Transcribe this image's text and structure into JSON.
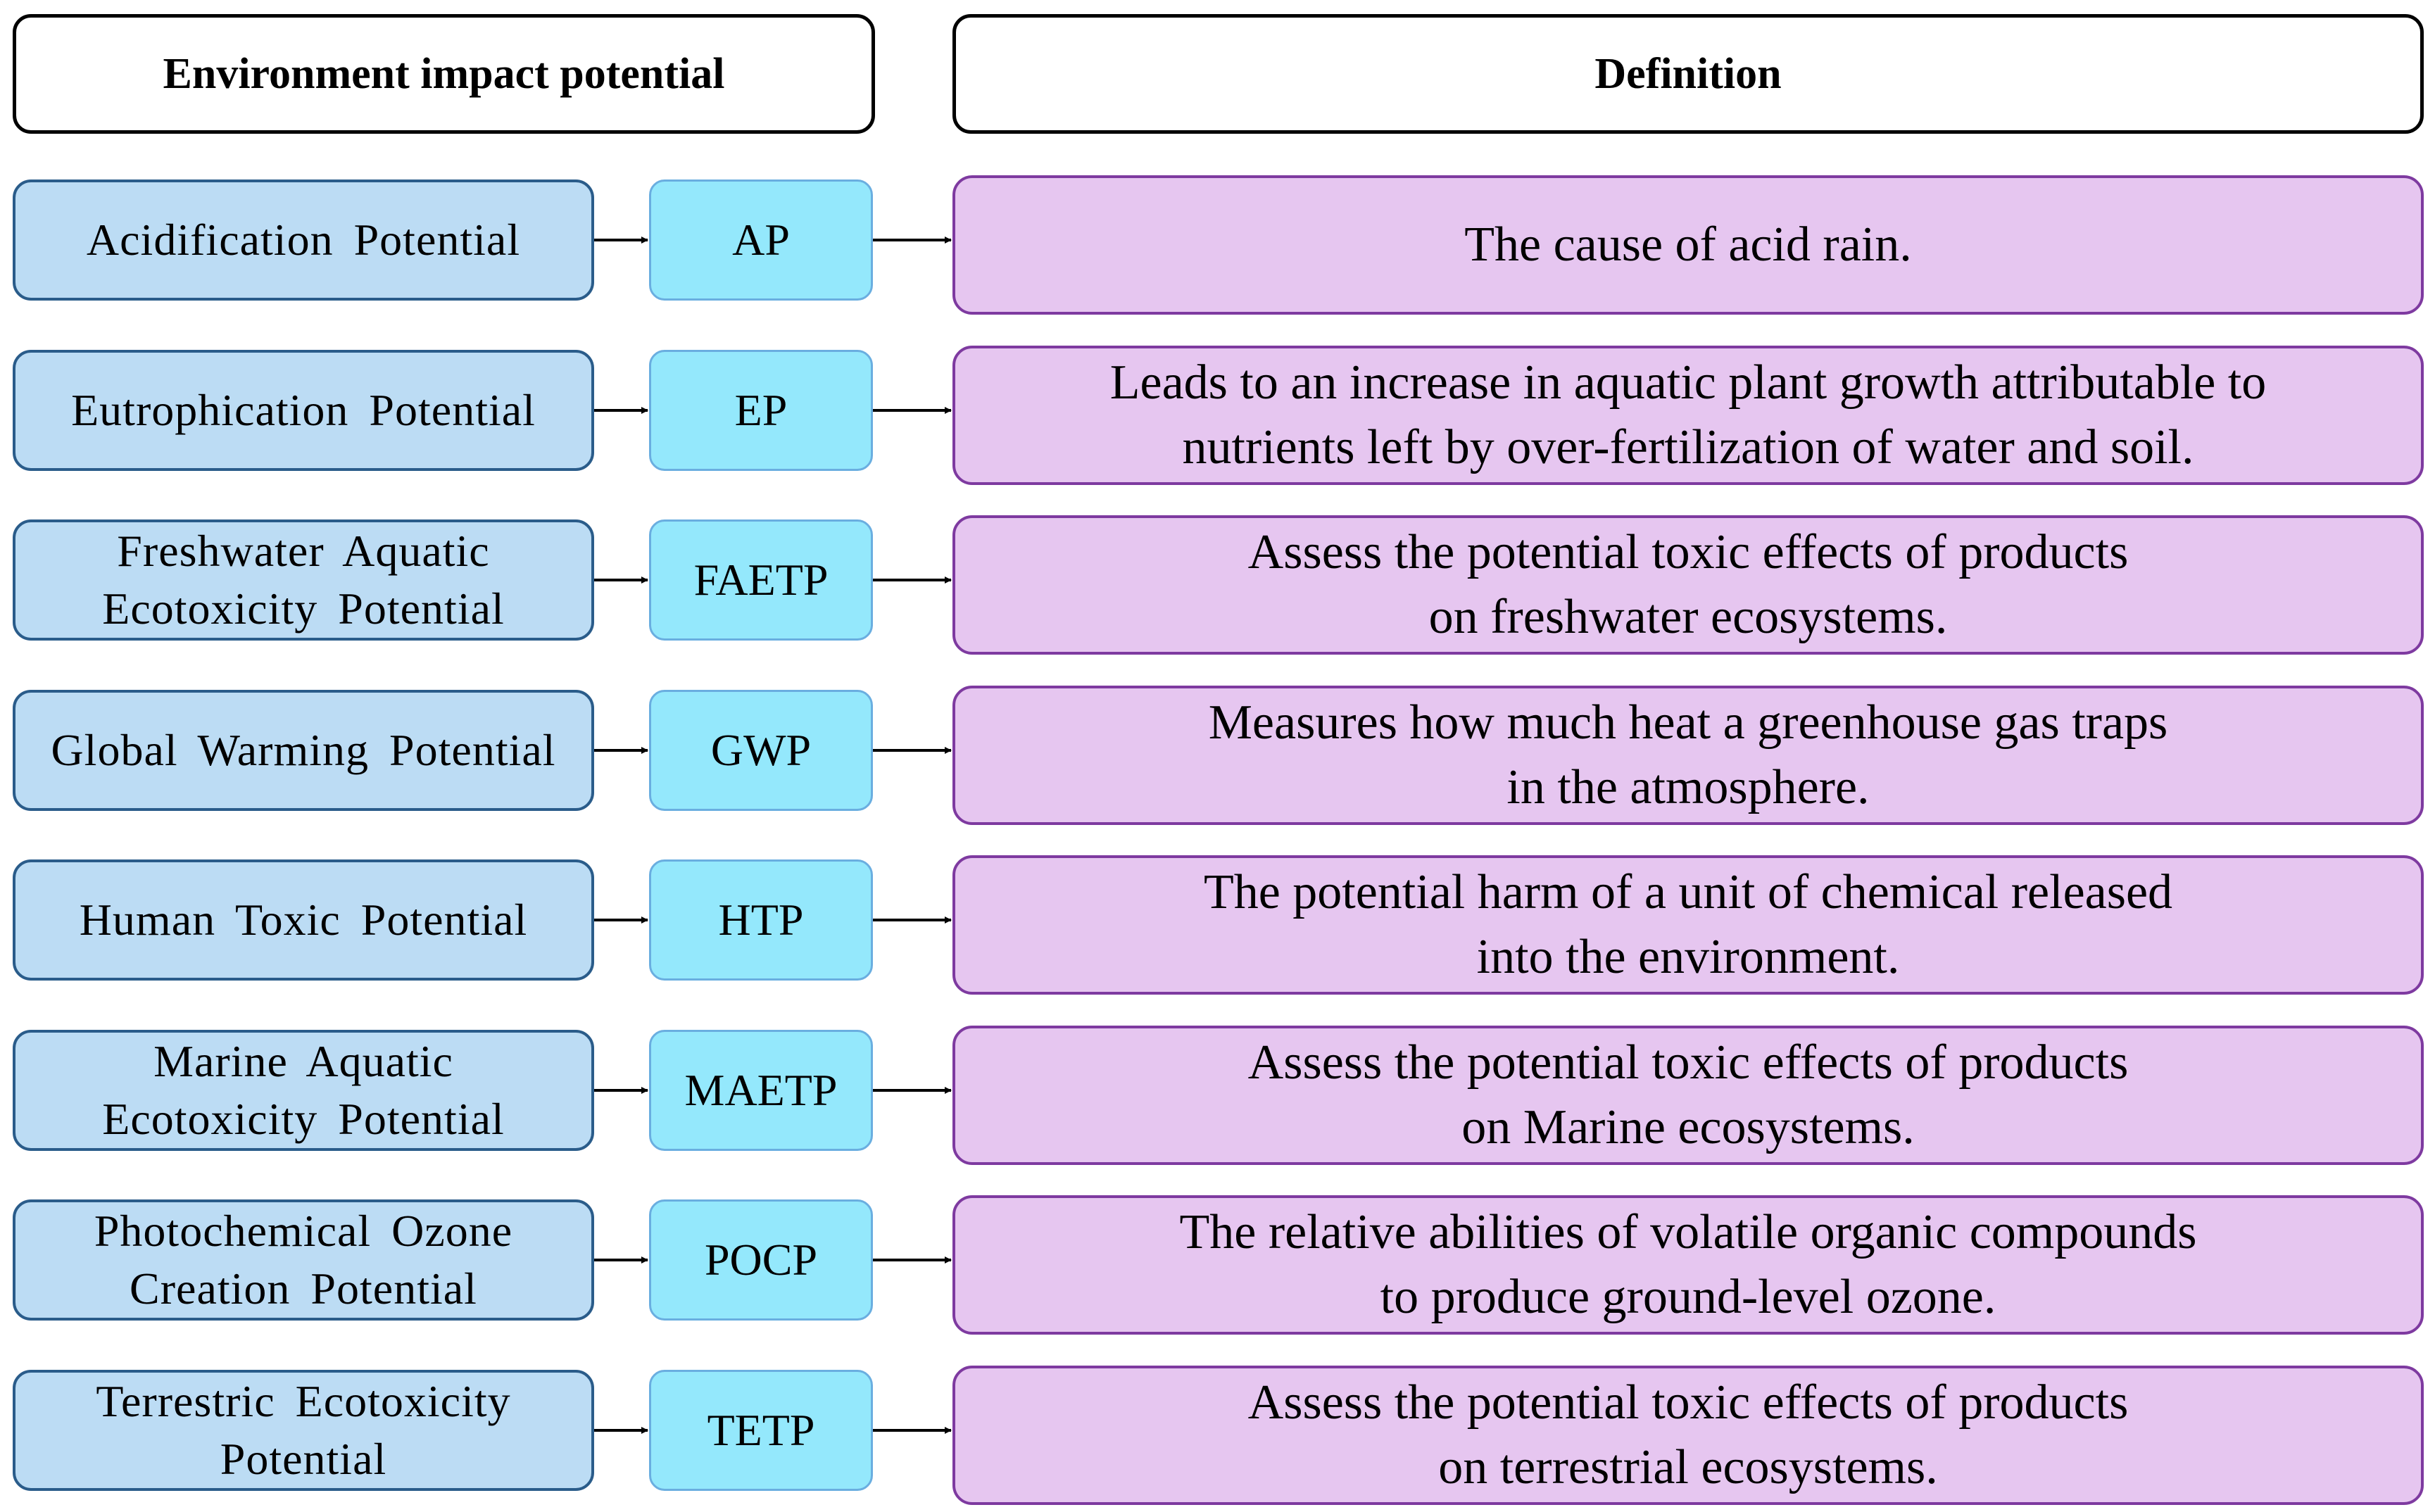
{
  "headers": {
    "left": "Environment impact potential",
    "right": "Definition"
  },
  "rows": [
    {
      "name": [
        "Acidification Potential"
      ],
      "abbr": "AP",
      "definition": [
        "The cause of acid rain."
      ]
    },
    {
      "name": [
        "Eutrophication Potential"
      ],
      "abbr": "EP",
      "definition": [
        "Leads to an increase in aquatic plant growth attributable to",
        "nutrients left by over-fertilization of water and soil."
      ]
    },
    {
      "name": [
        "Freshwater Aquatic",
        "Ecotoxicity Potential"
      ],
      "abbr": "FAETP",
      "definition": [
        "Assess the potential toxic effects of products",
        "on freshwater ecosystems."
      ]
    },
    {
      "name": [
        "Global Warming Potential"
      ],
      "abbr": "GWP",
      "definition": [
        "Measures how much heat a greenhouse gas traps",
        "in the atmosphere."
      ]
    },
    {
      "name": [
        "Human Toxic Potential"
      ],
      "abbr": "HTP",
      "definition": [
        "The potential harm of a unit of chemical released",
        "into the environment."
      ]
    },
    {
      "name": [
        "Marine Aquatic",
        "Ecotoxicity Potential"
      ],
      "abbr": "MAETP",
      "definition": [
        "Assess the potential toxic effects of products",
        "on Marine ecosystems."
      ]
    },
    {
      "name": [
        "Photochemical Ozone",
        "Creation Potential"
      ],
      "abbr": "POCP",
      "definition": [
        "The relative abilities of volatile organic compounds",
        "to produce ground-level ozone."
      ]
    },
    {
      "name": [
        "Terrestric Ecotoxicity",
        "Potential"
      ],
      "abbr": "TETP",
      "definition": [
        "Assess the potential toxic effects of products",
        "on terrestrial ecosystems."
      ]
    }
  ],
  "colors": {
    "name_fill": "#bcdcf4",
    "abbr_fill": "#94e8fc",
    "definition_fill": "#e6c6f0"
  }
}
